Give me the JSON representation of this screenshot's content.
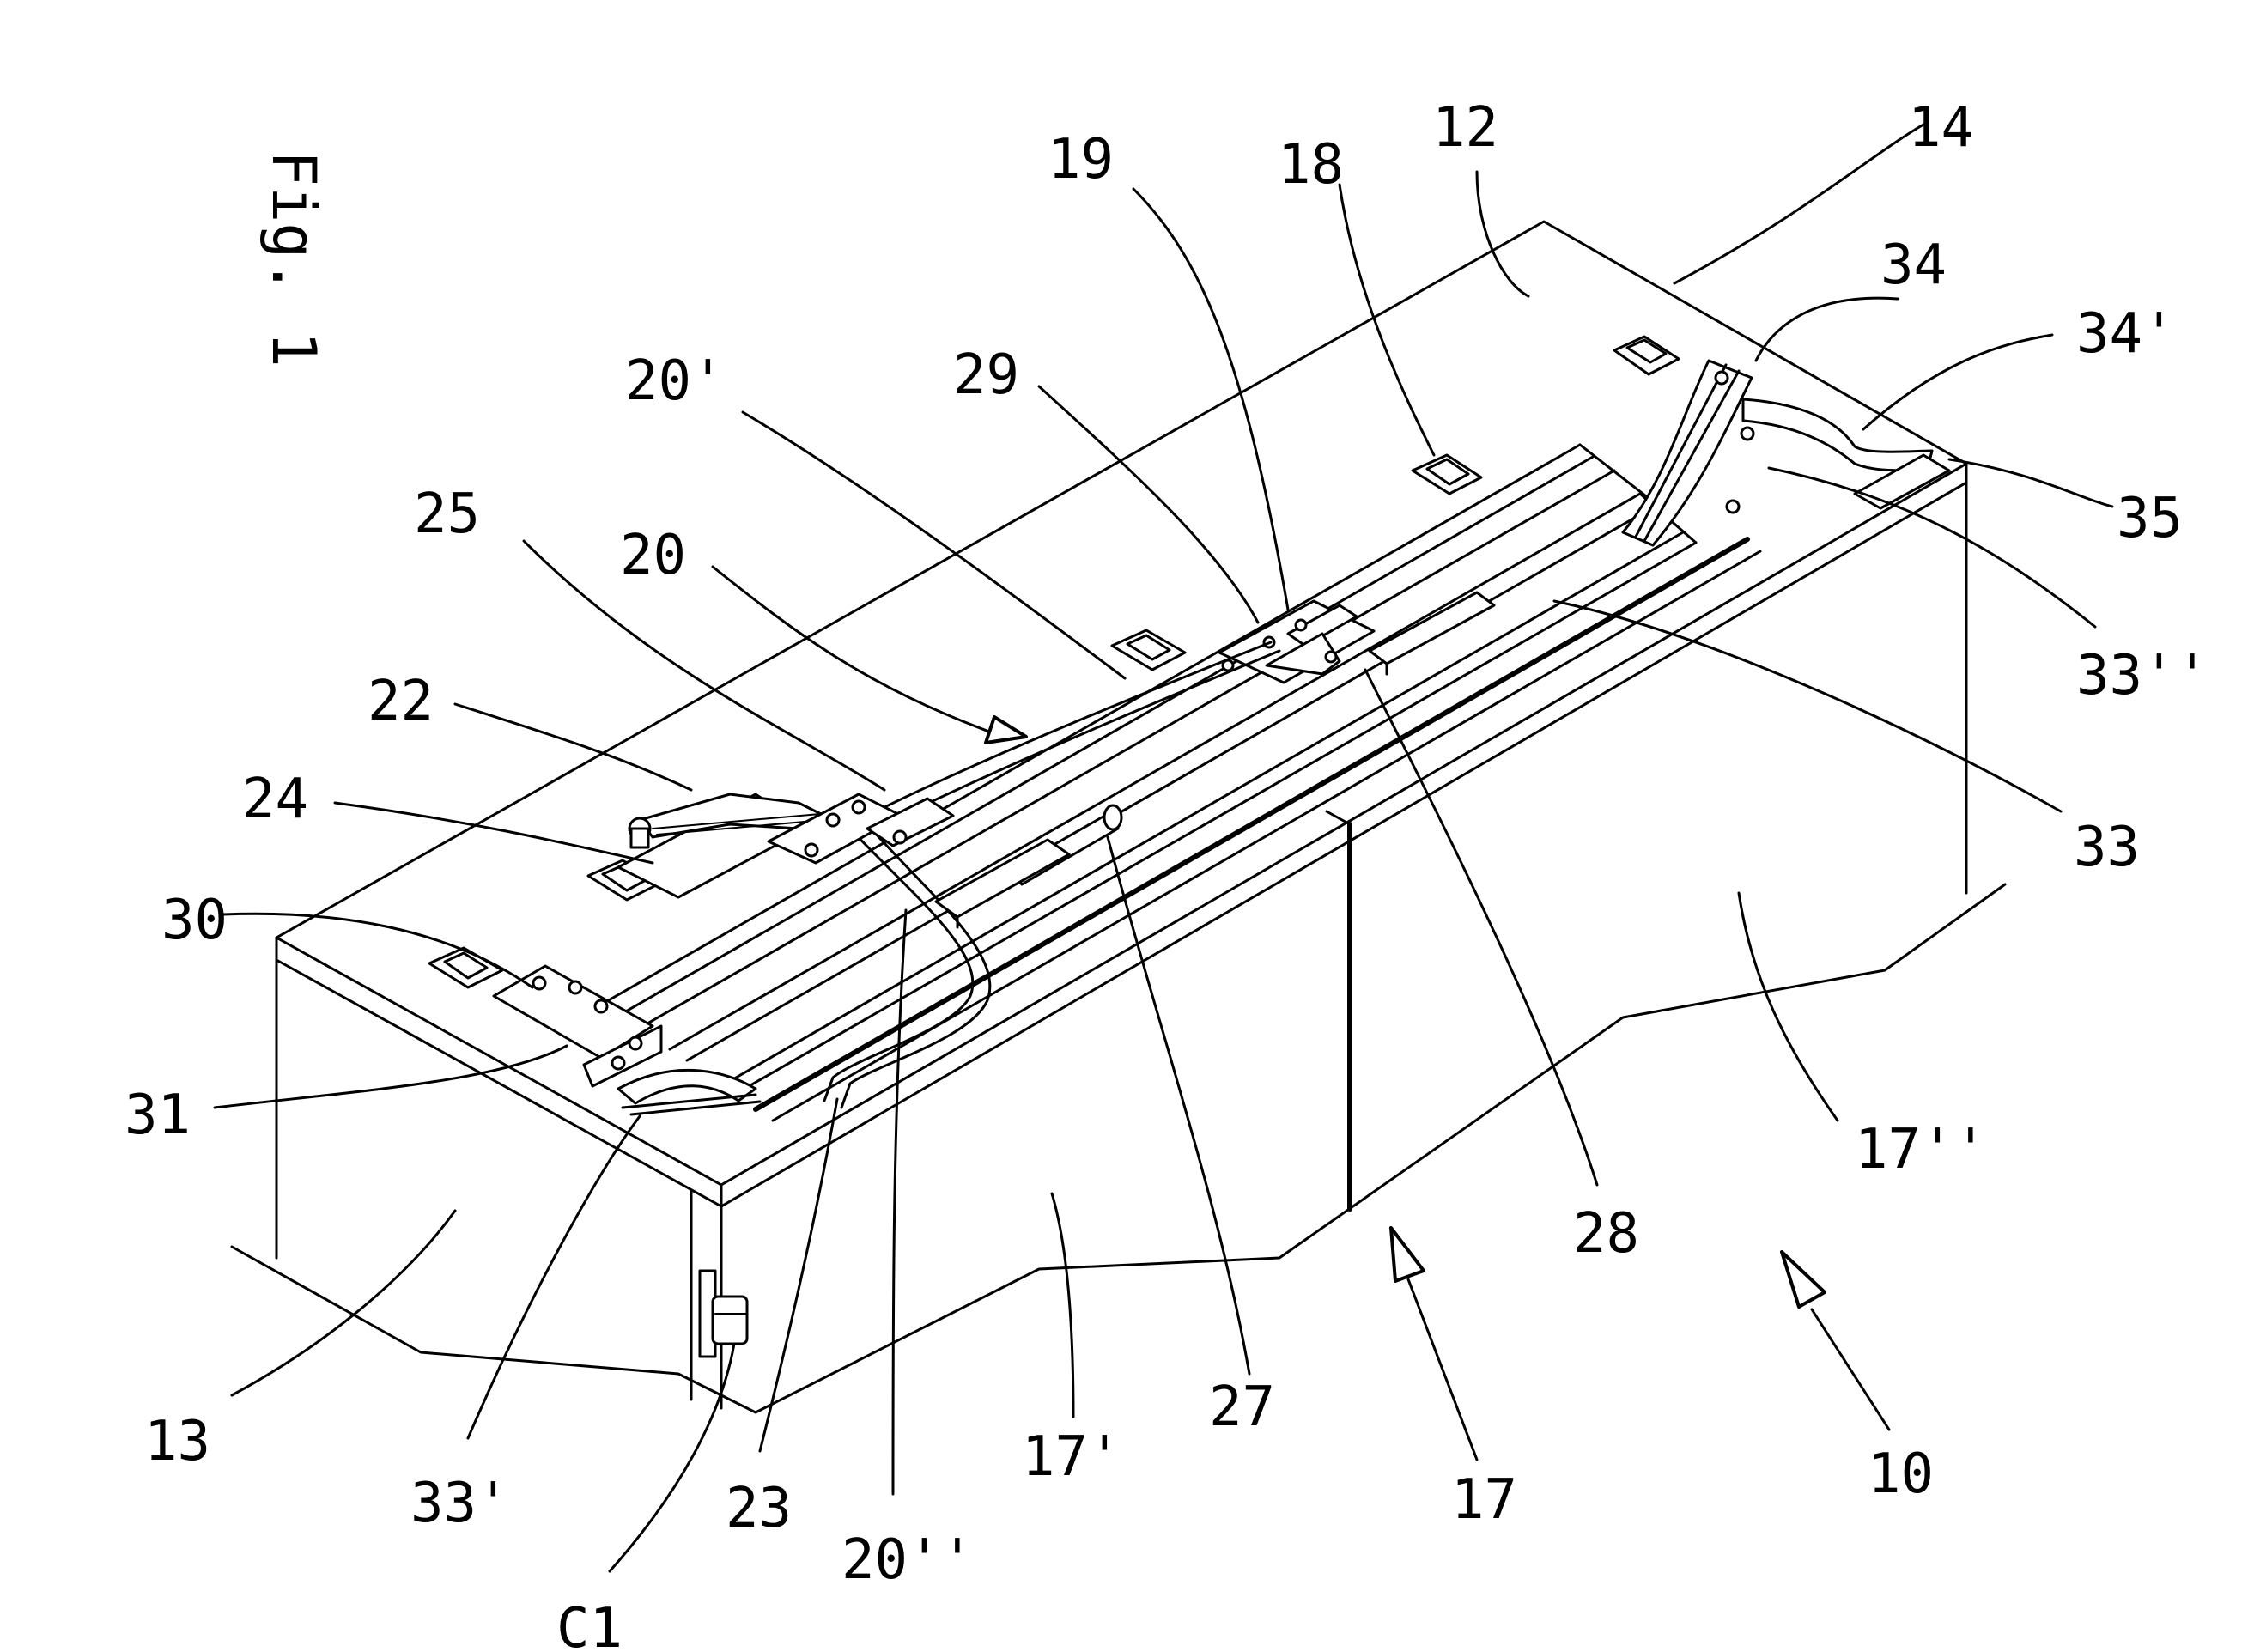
{
  "figure": {
    "title": "Fig. 1",
    "labels": {
      "l10": "10",
      "l12": "12",
      "l13": "13",
      "l14": "14",
      "l17": "17",
      "l17p": "17'",
      "l17pp": "17''",
      "l18": "18",
      "l19": "19",
      "l20": "20",
      "l20p": "20'",
      "l20pp": "20''",
      "l22": "22",
      "l23": "23",
      "l24": "24",
      "l25": "25",
      "l27": "27",
      "l28": "28",
      "l29": "29",
      "l30": "30",
      "l31": "31",
      "l33": "33",
      "l33p": "33'",
      "l33pp": "33''",
      "l34": "34",
      "l34p": "34'",
      "l35": "35",
      "lC1": "C1"
    }
  }
}
